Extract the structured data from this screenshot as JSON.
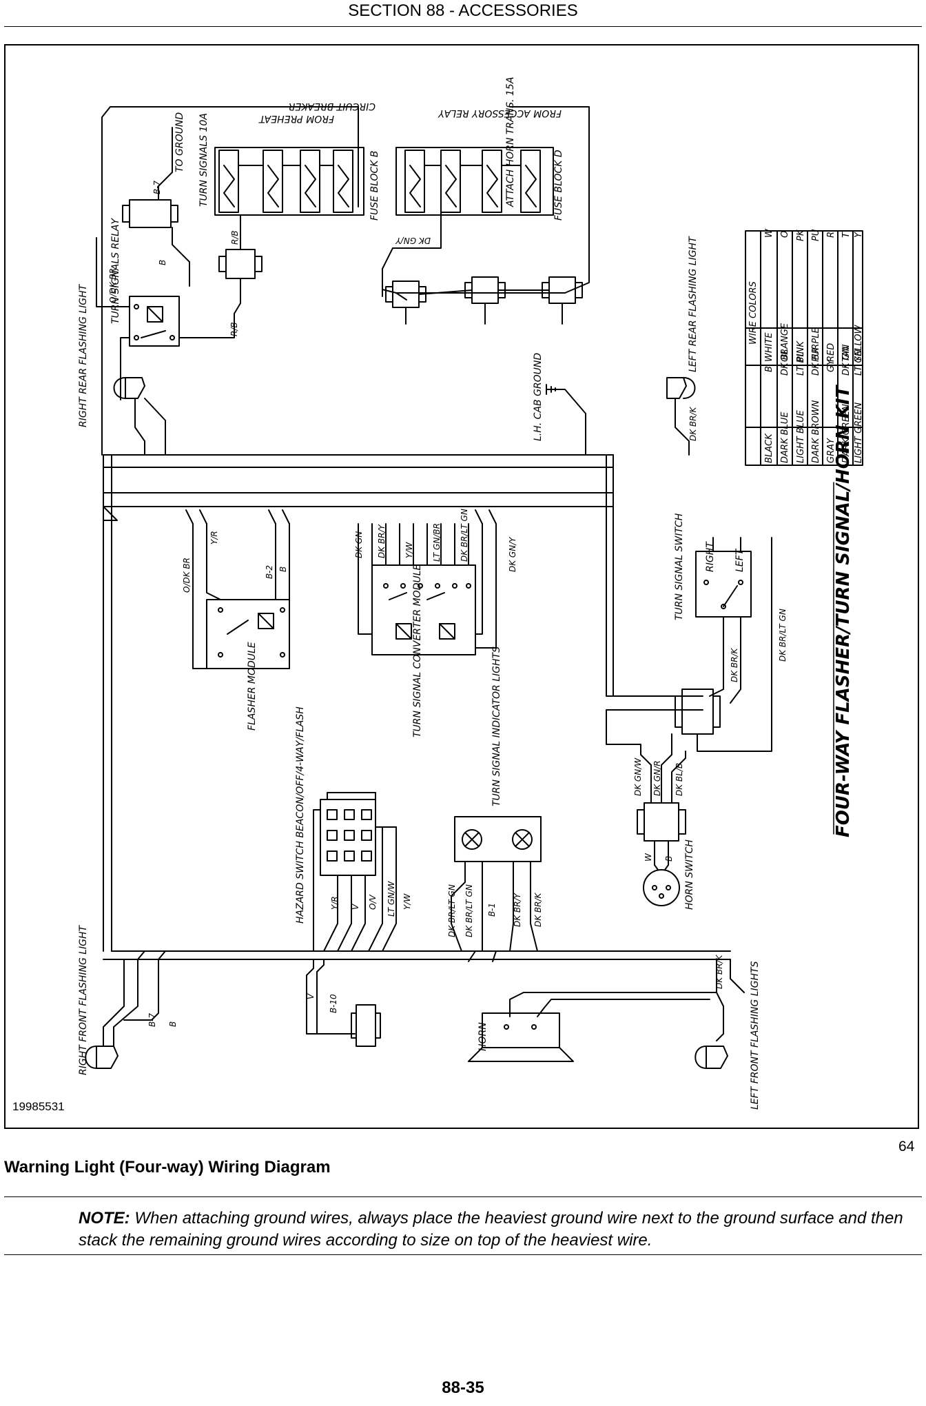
{
  "header": {
    "section_title": "SECTION 88 - ACCESSORIES"
  },
  "figure": {
    "part_number": "19985531",
    "figure_number": "64",
    "caption": "Warning Light (Four-way) Wiring Diagram",
    "kit_title": "FOUR-WAY FLASHER/TURN SIGNAL/HORN KIT"
  },
  "note": {
    "label": "NOTE:",
    "text": "When attaching ground wires, always place the heaviest ground wire next to the ground surface and then stack the remaining ground wires according to size on top of the heaviest wire."
  },
  "page_number": "88-35",
  "components": {
    "from_preheat": "FROM PREHEAT",
    "circuit_breaker": "CIRCUIT BREAKER",
    "from_accessory_relay": "FROM ACCESSORY RELAY",
    "turn_signals_10a": "TURN SIGNALS 10A",
    "fuse_block_b": "FUSE BLOCK B",
    "attach_horn": "ATTACH HORN TRANS. 15A",
    "fuse_block_d": "FUSE BLOCK D",
    "to_ground": "TO GROUND",
    "turn_signals_relay": "TURN SIGNALS RELAY",
    "right_rear_light": "RIGHT REAR FLASHING LIGHT",
    "left_rear_light": "LEFT REAR FLASHING LIGHT",
    "lh_cab_ground": "L.H. CAB GROUND",
    "flasher_module": "FLASHER MODULE",
    "converter_module": "TURN SIGNAL CONVERTER MODULE",
    "turn_signal_switch": "TURN SIGNAL SWITCH",
    "right": "RIGHT",
    "left": "LEFT",
    "hazard_switch": "HAZARD SWITCH BEACON/OFF/4-WAY/FLASH",
    "indicator_lights": "TURN SIGNAL INDICATOR LIGHTS",
    "horn_switch": "HORN SWITCH",
    "horn": "HORN",
    "right_front_light": "RIGHT FRONT FLASHING LIGHT",
    "left_front_lights": "LEFT FRONT FLASHING LIGHTS"
  },
  "wire_labels": {
    "b7": "B-7",
    "b": "B",
    "rb": "R/B",
    "odkbr": "O/DK BR",
    "b2": "B-2",
    "yr": "Y/R",
    "dkgn": "DK GN",
    "dkbry": "DK BR/Y",
    "yw": "Y/W",
    "ltgnbr": "LT GN/BR",
    "dkbrltgn": "DK BR/LT GN",
    "dkgny": "DK GN/Y",
    "dkbrk": "DK BR/K",
    "dkgnw": "DK GN/W",
    "dkgnr": "DK GN/R",
    "dkblb": "DK BL/B",
    "w": "W",
    "ov": "O/V",
    "ltgnw": "LT GN/W",
    "b1": "B-1",
    "v": "V",
    "b10": "B-10",
    "dkbrltgn2": "DK BR/LT GN"
  },
  "wire_colors": {
    "title": "WIRE COLORS",
    "rows": [
      [
        "BLACK",
        "B",
        "WHITE",
        "W"
      ],
      [
        "DARK BLUE",
        "DK BL",
        "ORANGE",
        "O"
      ],
      [
        "LIGHT BLUE",
        "LT BL",
        "PINK",
        "PK"
      ],
      [
        "DARK BROWN",
        "DK BR",
        "PURPLE",
        "PU"
      ],
      [
        "GRAY",
        "GY",
        "RED",
        "R"
      ],
      [
        "DARK GREEN",
        "DK GN",
        "TAN",
        "T"
      ],
      [
        "LIGHT GREEN",
        "LT GN",
        "YELLOW",
        "Y"
      ]
    ]
  }
}
